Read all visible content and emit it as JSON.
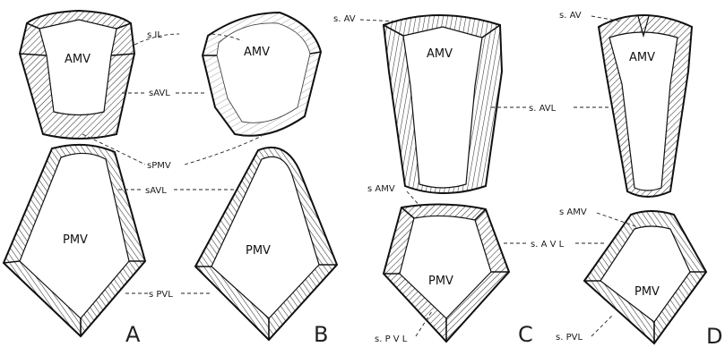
{
  "labels": {
    "s_il": "s IL",
    "s_avl_A": "sAVL",
    "s_pmv": "sPMV",
    "s_avl_AB": "sAVL",
    "s_pvl_A": "s PVL",
    "s_av_C": "s. AV",
    "s_av_D": "s. AV",
    "s_avl_CD": "s. AVL",
    "s_amv_C": "s AMV",
    "s_amv_D": "s AMV",
    "s_avl_lower": "s. A V L",
    "s_pvl_C": "s. P V L",
    "s_pvl_D": "s. PVL"
  },
  "inner": {
    "amv": "AMV",
    "pmv": "PMV"
  },
  "panels": [
    "A",
    "B",
    "C",
    "D"
  ],
  "colors": {
    "ink": "#111111",
    "hatch": "#333333",
    "light_hatch": "#8a8a8a",
    "paper": "#ffffff"
  }
}
